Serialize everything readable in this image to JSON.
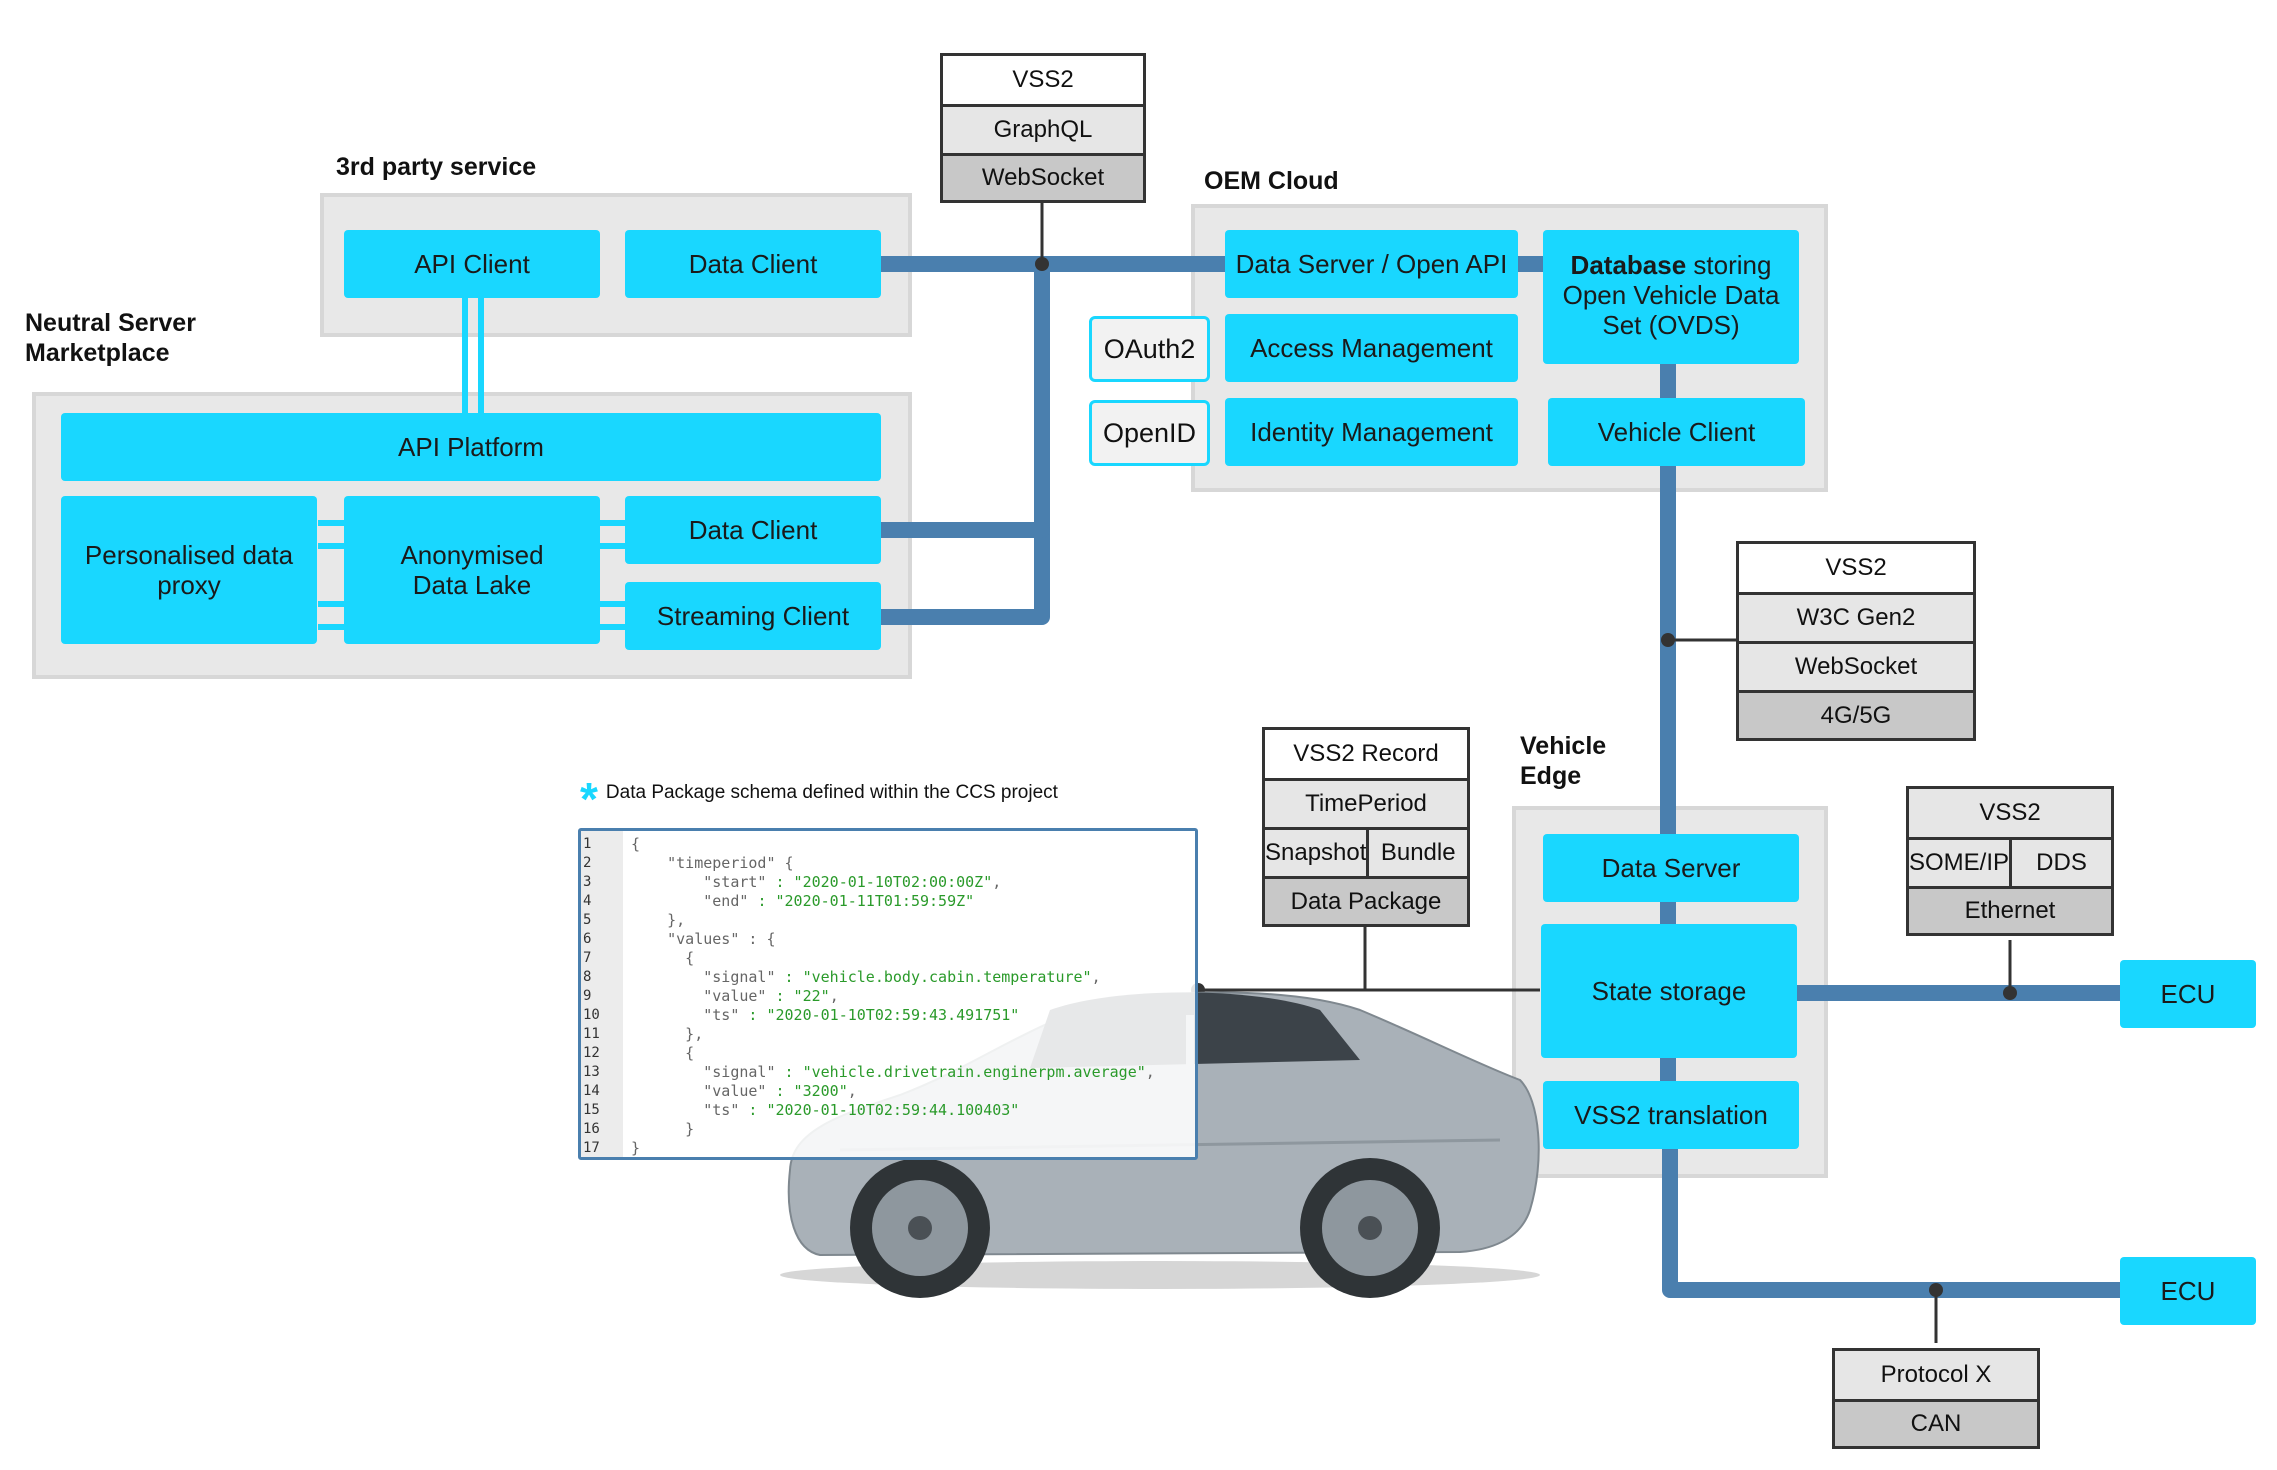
{
  "groups": {
    "third_party": "3rd party service",
    "neutral": "Neutral Server\nMarketplace",
    "oem": "OEM Cloud",
    "vehicle": "Vehicle\nEdge"
  },
  "third_party": {
    "api_client": "API Client",
    "data_client": "Data Client"
  },
  "neutral": {
    "api_platform": "API Platform",
    "personalised": "Personalised data proxy",
    "anonymised": "Anonymised Data Lake",
    "data_client": "Data Client",
    "streaming_client": "Streaming Client"
  },
  "oem": {
    "data_server": "Data Server / Open API",
    "database_bold": "Database",
    "database_rest": " storing Open Vehicle Data Set (OVDS)",
    "access": "Access Management",
    "identity": "Identity Management",
    "vehicle_client": "Vehicle Client",
    "oauth": "OAuth2",
    "openid": "OpenID"
  },
  "vehicle_edge": {
    "data_server": "Data Server",
    "state_storage": "State storage",
    "translation": "VSS2 translation"
  },
  "ecus": [
    "ECU",
    "ECU"
  ],
  "stacks": {
    "top": [
      "VSS2",
      "GraphQL",
      "WebSocket"
    ],
    "w3c": [
      "VSS2",
      "W3C Gen2",
      "WebSocket",
      "4G/5G"
    ],
    "record": {
      "title": "VSS2 Record",
      "period": "TimePeriod",
      "snapshot": "Snapshot",
      "bundle": "Bundle",
      "package": "Data Package"
    },
    "someip": {
      "title": "VSS2",
      "someip": "SOME/IP",
      "dds": "DDS",
      "ethernet": "Ethernet"
    },
    "can": [
      "Protocol X",
      "CAN"
    ]
  },
  "note": "Data Package schema defined within the CCS project",
  "code_lines": [
    "{",
    "    \"timeperiod\" {",
    "        \"start\" : \"2020-01-10T02:00:00Z\",",
    "        \"end\" : \"2020-01-11T01:59:59Z\"",
    "    },",
    "    \"values\" : {",
    "      {",
    "        \"signal\" : \"vehicle.body.cabin.temperature\",",
    "        \"value\" : \"22\",",
    "        \"ts\" : \"2020-01-10T02:59:43.491751\"",
    "      },",
    "      {",
    "        \"signal\" : \"vehicle.drivetrain.enginerpm.average\",",
    "        \"value\" : \"3200\",",
    "        \"ts\" : \"2020-01-10T02:59:44.100403\"",
    "      }",
    "}"
  ],
  "colors": {
    "cyan": "#19d7ff",
    "wire": "#4a7fae",
    "panel": "#e8e8e8"
  }
}
